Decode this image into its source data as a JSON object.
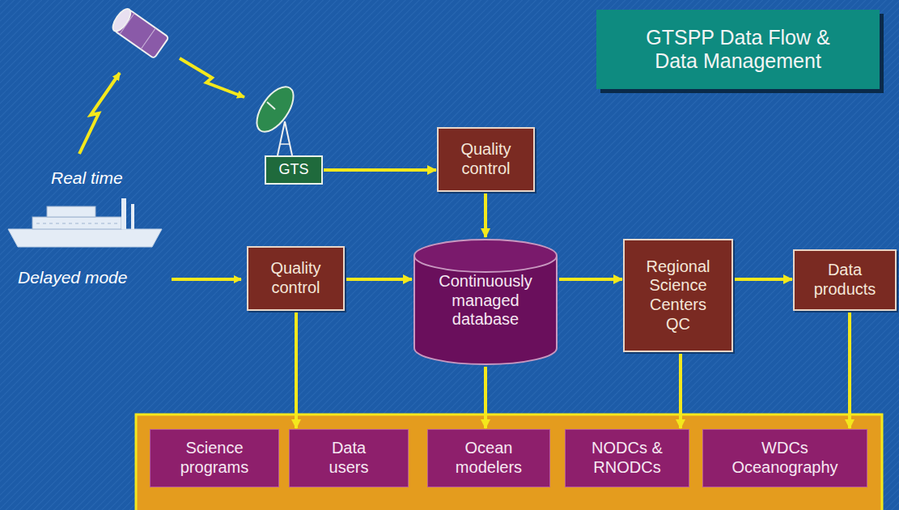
{
  "diagram": {
    "title": "GTSPP Data Flow & Data Management",
    "nodes": [
      {
        "text": [
          "GTS"
        ]
      },
      {
        "text": [
          "Quality control"
        ]
      },
      {
        "text": [
          "Quality control"
        ]
      },
      {
        "text": [
          "Continuously managed database"
        ]
      },
      {
        "text": [
          "Regional Science Centers QC"
        ]
      },
      {
        "text": [
          "Data products"
        ]
      },
      {
        "text": [
          "Science programs"
        ]
      },
      {
        "text": [
          "Data users"
        ]
      },
      {
        "text": [
          "Ocean modelers"
        ]
      },
      {
        "text": [
          "NODCs & RNODCs"
        ]
      },
      {
        "text": [
          "WDCs Oceanography"
        ]
      }
    ],
    "edges": [
      {
        "from": 0,
        "to": 1,
        "arrow": "to"
      },
      {
        "from": 1,
        "to": 3,
        "arrow": "to"
      },
      {
        "from": 2,
        "to": 3,
        "arrow": "to"
      },
      {
        "from": 3,
        "to": 4,
        "arrow": "to"
      },
      {
        "from": 4,
        "to": 5,
        "arrow": "to"
      },
      {
        "from": 2,
        "to": 7,
        "arrow": "to"
      },
      {
        "from": 3,
        "to": 8,
        "arrow": "to"
      },
      {
        "from": 4,
        "to": 9,
        "arrow": "to"
      },
      {
        "from": 5,
        "to": 10,
        "arrow": "to"
      }
    ],
    "labels": [
      "Real time",
      "Delayed mode"
    ]
  }
}
